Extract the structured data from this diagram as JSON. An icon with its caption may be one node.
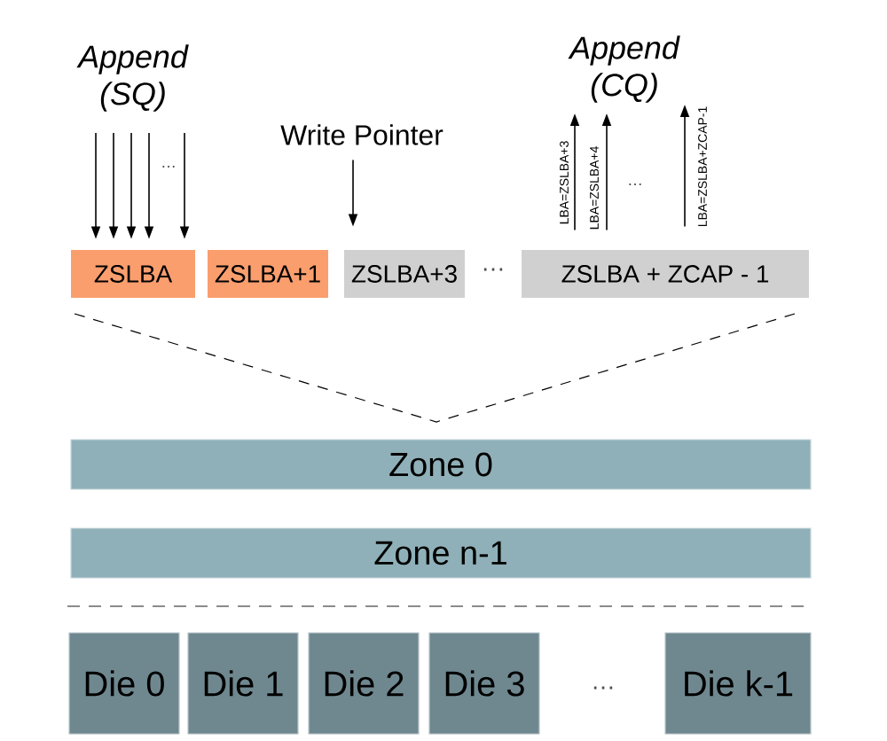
{
  "diagram": {
    "nodes": [
      {
        "text": [
          "Append (SQ)"
        ]
      },
      {
        "text": [
          "ZSLBA"
        ]
      },
      {
        "text": [
          "ZSLBA+1"
        ]
      },
      {
        "text": [
          "ZSLBA+3"
        ]
      },
      {
        "text": [
          "ZSLBA + ZCAP - 1"
        ]
      },
      {
        "text": [
          "Write Pointer"
        ]
      },
      {
        "text": [
          "Append (CQ)"
        ]
      },
      {
        "text": [
          "Zone 0"
        ]
      },
      {
        "text": [
          "Zone n-1"
        ]
      },
      {
        "text": [
          "Die 0"
        ]
      },
      {
        "text": [
          "Die 1"
        ]
      },
      {
        "text": [
          "Die 2"
        ]
      },
      {
        "text": [
          "Die 3"
        ]
      },
      {
        "text": [
          "Die k-1"
        ]
      }
    ],
    "edges": [
      {
        "from": 0,
        "to": 1,
        "arrow": "to"
      },
      {
        "from": 0,
        "to": 1,
        "arrow": "to"
      },
      {
        "from": 0,
        "to": 1,
        "arrow": "to"
      },
      {
        "from": 0,
        "to": 1,
        "arrow": "to"
      },
      {
        "from": 0,
        "to": 1,
        "arrow": "to"
      },
      {
        "from": 5,
        "to": 3,
        "arrow": "to"
      },
      {
        "from": 4,
        "to": 6,
        "arrow": "to",
        "label": "LBA=ZSLBA+3"
      },
      {
        "from": 4,
        "to": 6,
        "arrow": "to",
        "label": "LBA=ZSLBA+4"
      },
      {
        "from": 4,
        "to": 6,
        "arrow": "to",
        "label": "LBA=ZSLBA+ZCAP-1"
      }
    ],
    "labels": [
      "…",
      "…",
      "…",
      "…"
    ]
  }
}
